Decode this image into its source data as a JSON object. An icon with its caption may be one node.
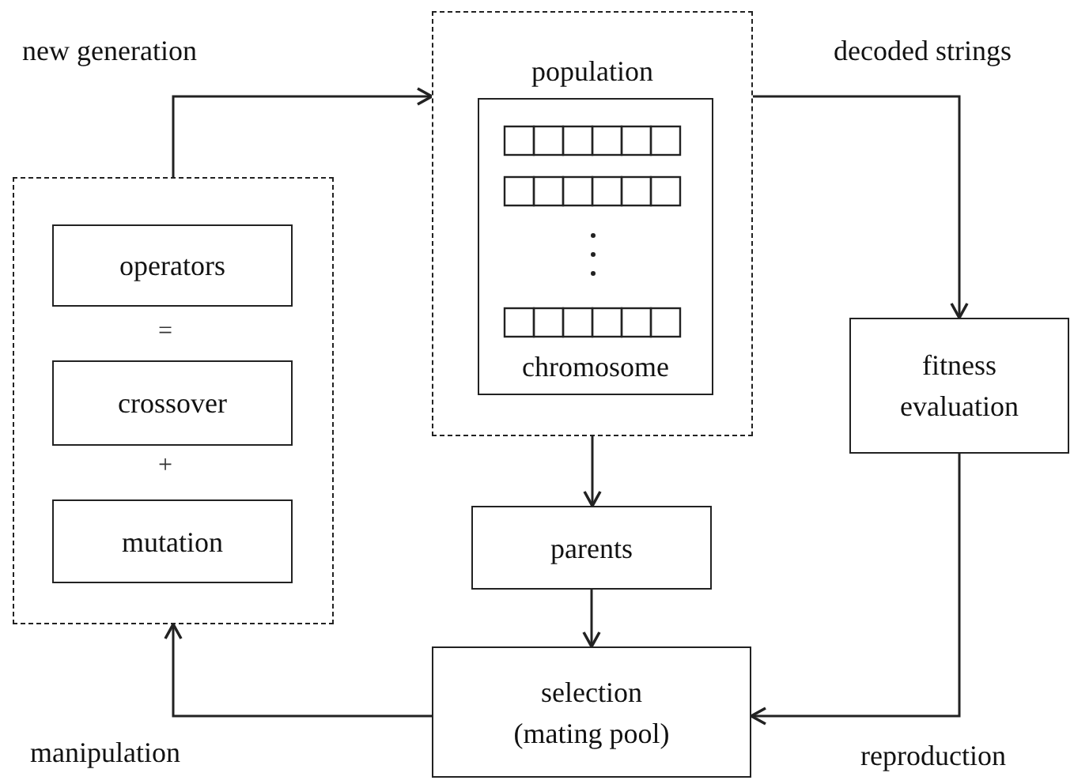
{
  "diagram": {
    "nodes": [
      {
        "text": [],
        "shape": "box"
      },
      {
        "text": [
          "operators"
        ],
        "in": 0
      },
      {
        "text": [
          "crossover"
        ],
        "in": 0
      },
      {
        "text": [
          "mutation"
        ],
        "in": 0
      },
      {
        "text": [
          "population"
        ]
      },
      {
        "text": [
          "chromosome"
        ],
        "in": 4
      },
      {
        "text": [
          "parents"
        ]
      },
      {
        "text": [
          "fitness evaluation"
        ]
      },
      {
        "text": [
          "selection (mating pool)"
        ]
      }
    ],
    "edges": [
      {
        "from": 0,
        "to": 4,
        "arrow": "to",
        "label": "new generation"
      },
      {
        "from": 4,
        "to": 7,
        "arrow": "to",
        "label": "decoded strings"
      },
      {
        "from": 4,
        "to": 6,
        "arrow": "to"
      },
      {
        "from": 6,
        "to": 8,
        "arrow": "to"
      },
      {
        "from": 7,
        "to": 8,
        "arrow": "to",
        "label": "reproduction"
      },
      {
        "from": 8,
        "to": 0,
        "arrow": "to",
        "label": "manipulation"
      }
    ],
    "labels": [
      "=",
      "+"
    ]
  }
}
